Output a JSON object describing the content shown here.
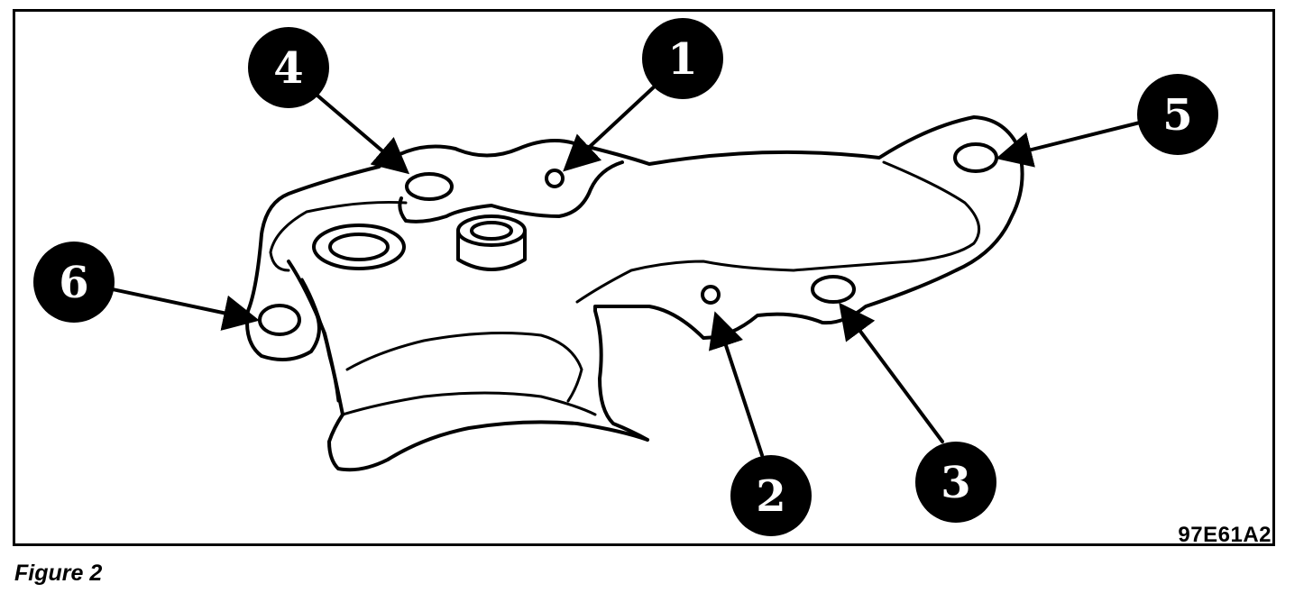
{
  "figure": {
    "caption": "Figure 2",
    "code": "97E61A2"
  },
  "callouts": [
    {
      "label": "1"
    },
    {
      "label": "2"
    },
    {
      "label": "3"
    },
    {
      "label": "4"
    },
    {
      "label": "5"
    },
    {
      "label": "6"
    }
  ],
  "colors": {
    "ink": "#000000",
    "paper": "#ffffff"
  }
}
